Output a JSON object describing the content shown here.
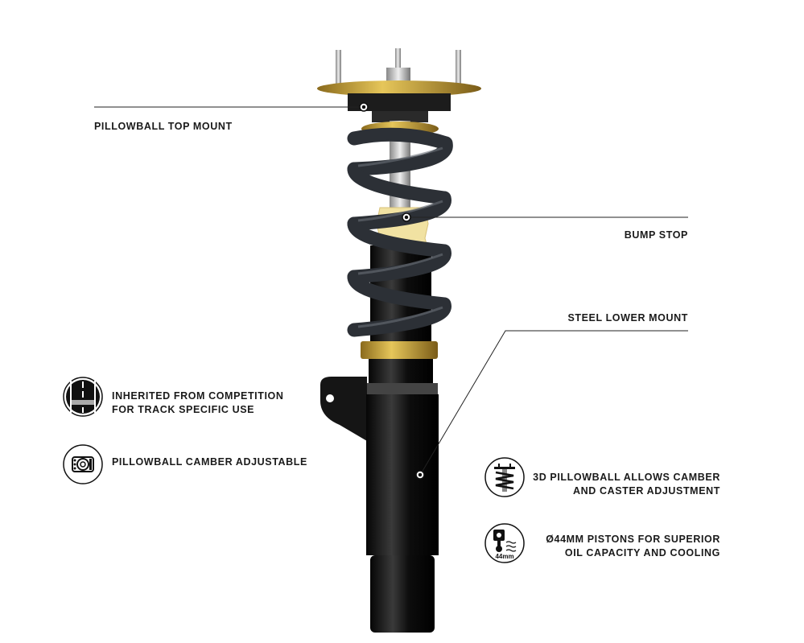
{
  "callouts": {
    "top_mount": "PILLOWBALL TOP MOUNT",
    "bump_stop": "BUMP STOP",
    "lower_mount": "STEEL LOWER MOUNT"
  },
  "features": [
    {
      "icon": "race-track-icon",
      "line1": "INHERITED FROM COMPETITION",
      "line2": "FOR TRACK SPECIFIC USE"
    },
    {
      "icon": "pillowball-icon",
      "line1": "PILLOWBALL CAMBER ADJUSTABLE"
    },
    {
      "icon": "coilover-icon",
      "line1": "3D PILLOWBALL ALLOWS CAMBER",
      "line2": "AND CASTER ADJUSTMENT"
    },
    {
      "icon": "piston-icon",
      "line1": "Ø44MM PISTONS FOR SUPERIOR",
      "line2": "OIL CAPACITY AND COOLING",
      "badge": "44mm"
    }
  ],
  "colors": {
    "gold": "#c9a23a",
    "body": "#111111",
    "spring": "#2c3036",
    "bump": "#f1e2a2"
  }
}
